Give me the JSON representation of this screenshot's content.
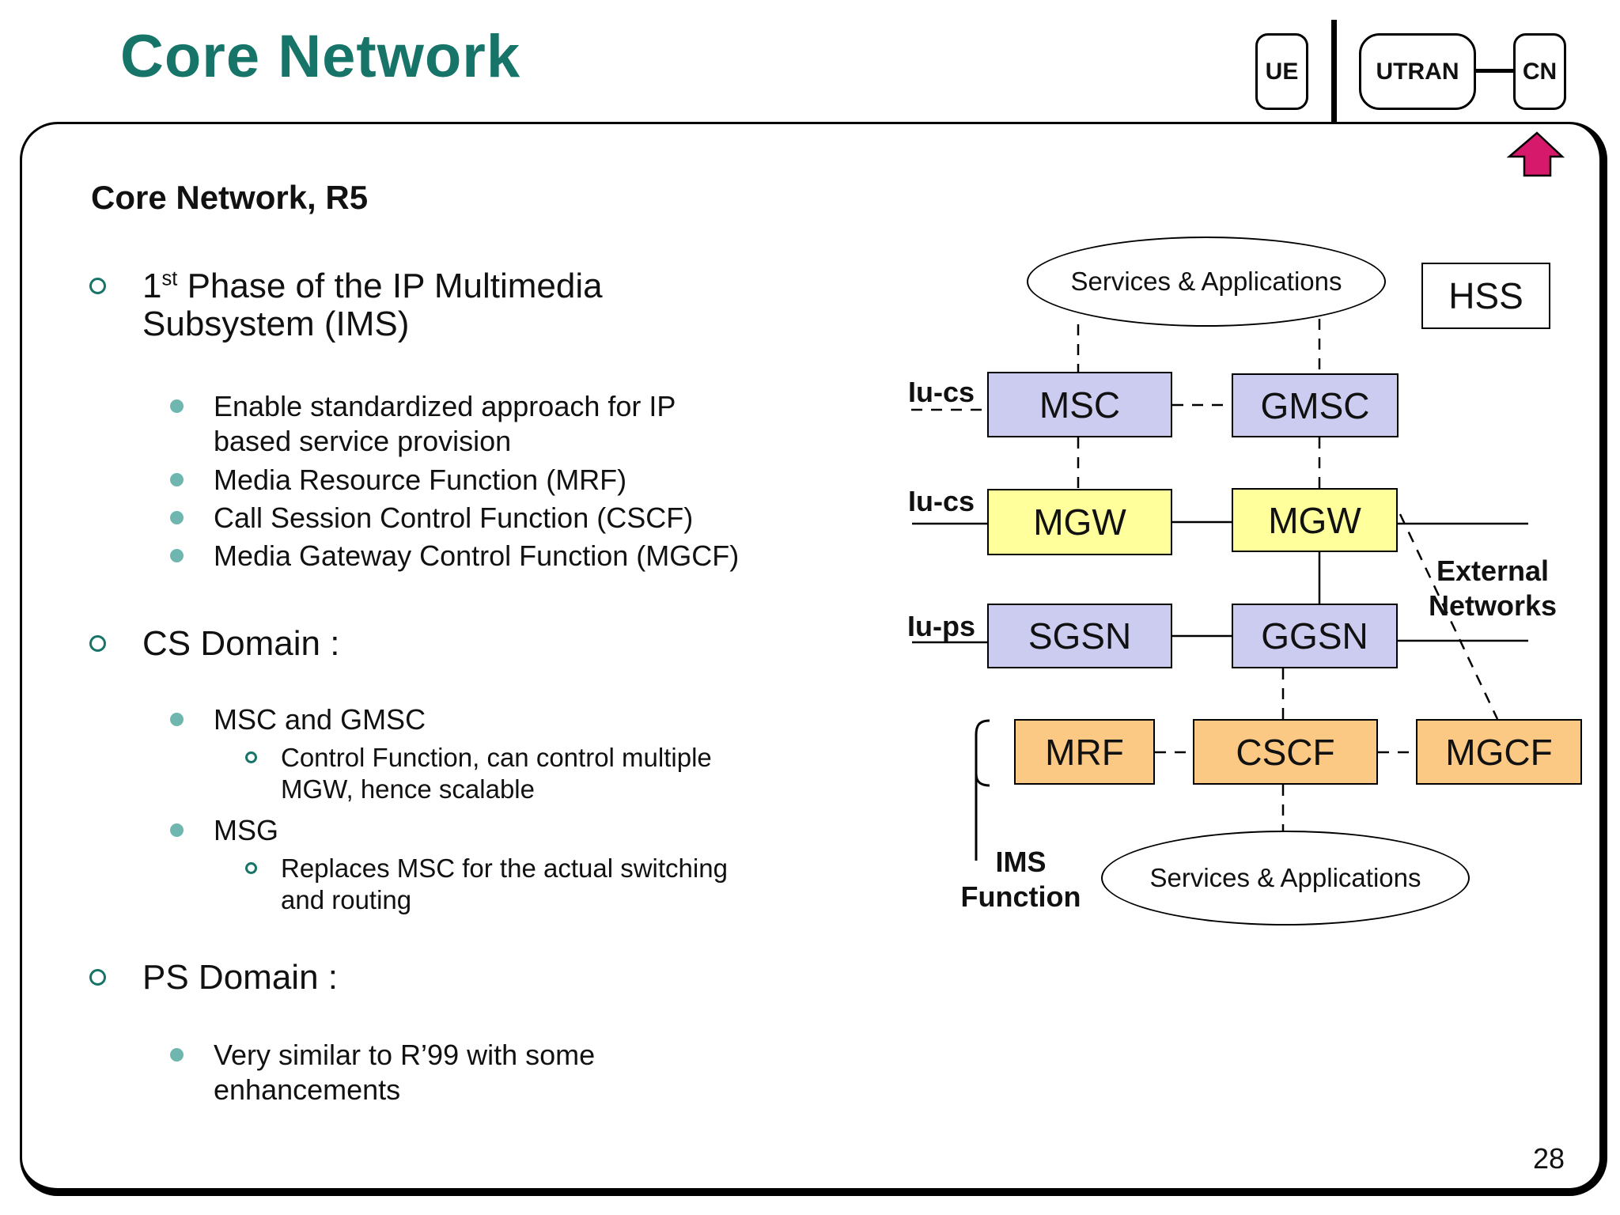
{
  "page": {
    "title": "Core Network",
    "page_number": "28"
  },
  "colors": {
    "teal": "#177468",
    "lavender": "#ccccf0",
    "yellow": "#ffff9c",
    "orange": "#fbc983",
    "pink": "#d6196b",
    "ink": "#111111",
    "dot": "#6fb7ae"
  },
  "top_nav": {
    "ue": "UE",
    "utran": "UTRAN",
    "cn": "CN"
  },
  "slide": {
    "heading": "Core Network, R5",
    "bullets": [
      {
        "level": 1,
        "prefix": "1",
        "sup": "st",
        "rest": [
          " Phase of the IP Multimedia",
          "Subsystem (IMS)"
        ]
      },
      {
        "level": 2,
        "lines": [
          "Enable standardized approach for IP",
          "based service provision"
        ]
      },
      {
        "level": 2,
        "lines": [
          "Media Resource Function (MRF)"
        ]
      },
      {
        "level": 2,
        "lines": [
          "Call Session Control Function (CSCF)"
        ]
      },
      {
        "level": 2,
        "lines": [
          "Media Gateway Control Function (MGCF)"
        ]
      },
      {
        "level": 1,
        "lines": [
          "CS Domain :"
        ]
      },
      {
        "level": 2,
        "lines": [
          "MSC and GMSC"
        ]
      },
      {
        "level": 3,
        "lines": [
          "Control Function, can control multiple",
          "MGW, hence scalable"
        ]
      },
      {
        "level": 2,
        "lines": [
          "MSG"
        ]
      },
      {
        "level": 3,
        "lines": [
          "Replaces MSC for the actual switching",
          "and routing"
        ]
      },
      {
        "level": 1,
        "lines": [
          "PS Domain :"
        ]
      },
      {
        "level": 2,
        "lines": [
          "Very similar to R’99 with some",
          "enhancements"
        ]
      }
    ]
  },
  "diagram": {
    "ellipse_top": "Services & Applications",
    "ellipse_bottom": "Services & Applications",
    "hss": "HSS",
    "msc": "MSC",
    "gmsc": "GMSC",
    "mgw_left": "MGW",
    "mgw_right": "MGW",
    "sgsn": "SGSN",
    "ggsn": "GGSN",
    "mrf": "MRF",
    "cscf": "CSCF",
    "mgcf": "MGCF",
    "iu_cs_top": "Iu-cs",
    "iu_cs_mid": "Iu-cs",
    "iu_ps": "Iu-ps",
    "external_networks": [
      "External",
      "Networks"
    ],
    "ims_function": [
      "IMS",
      "Function"
    ]
  }
}
